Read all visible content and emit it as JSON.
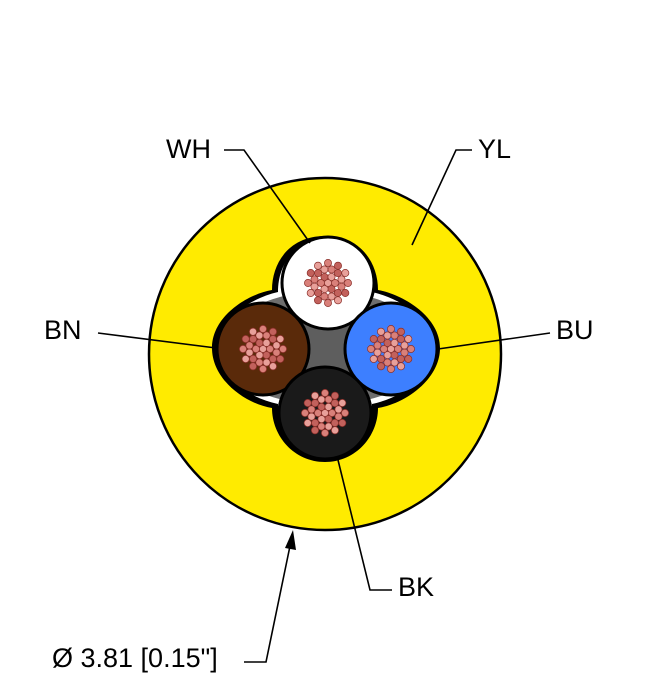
{
  "labels": {
    "wh": "WH",
    "yl": "YL",
    "bn": "BN",
    "bu": "BU",
    "bk": "BK",
    "diameter": "Ø 3.81 [0.15\"]"
  },
  "colors": {
    "jacket": "#ffeb00",
    "white_insulation": "#ffffff",
    "brown_insulation": "#5a2a0a",
    "blue_insulation": "#3d7fff",
    "black_insulation": "#1a1a1a",
    "filler": "#6e6e6e",
    "copper": "#d9807a"
  }
}
